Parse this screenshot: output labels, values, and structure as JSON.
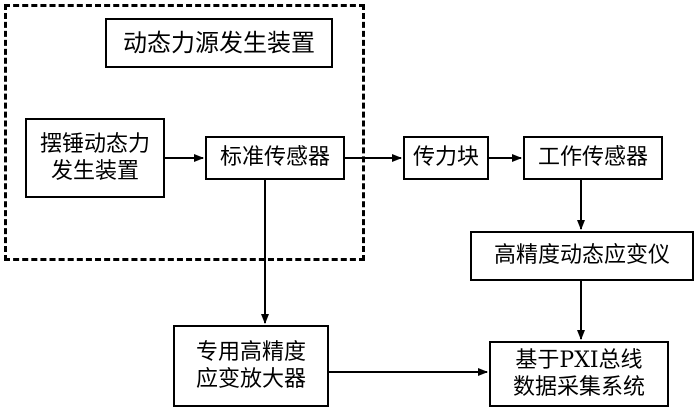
{
  "group": {
    "title": "动态力源发生装置"
  },
  "nodes": {
    "pendulum": "摆锤动态力\n发生装置",
    "standard_sensor": "标准传感器",
    "force_block": "传力块",
    "working_sensor": "工作传感器",
    "strain_meter": "高精度动态应变仪",
    "amplifier": "专用高精度\n应变放大器",
    "pxi_system": "基于PXI总线\n数据采集系统"
  }
}
